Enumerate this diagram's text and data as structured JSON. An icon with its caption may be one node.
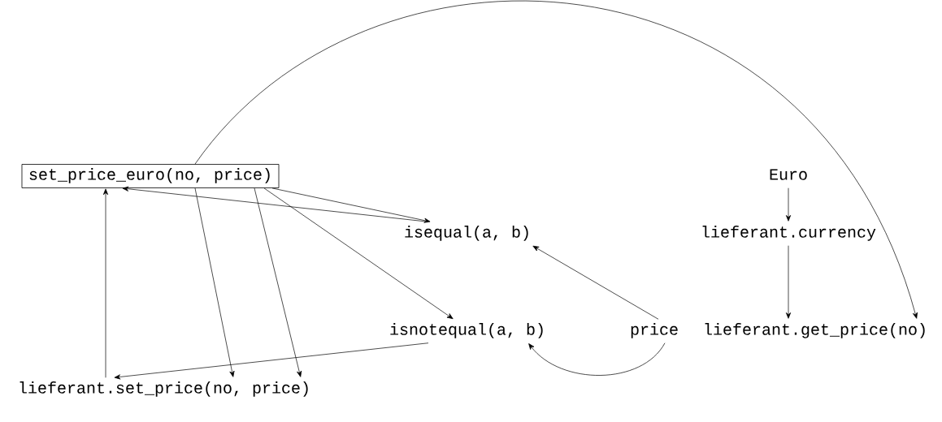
{
  "diagram": {
    "nodes": [
      {
        "text": [
          "set_price_euro(no, price)"
        ]
      },
      {
        "text": [
          "Euro"
        ]
      },
      {
        "text": [
          "isequal(a, b)"
        ]
      },
      {
        "text": [
          "lieferant.currency"
        ]
      },
      {
        "text": [
          "isnotequal(a, b)"
        ]
      },
      {
        "text": [
          "price"
        ]
      },
      {
        "text": [
          "lieferant.get_price(no)"
        ]
      },
      {
        "text": [
          "lieferant.set_price(no, price)"
        ]
      }
    ],
    "edges": [
      {
        "from": 0,
        "to": 6,
        "arrow": "to"
      },
      {
        "from": 2,
        "to": 0,
        "arrow": "to"
      },
      {
        "from": 0,
        "to": 2,
        "arrow": "to"
      },
      {
        "from": 0,
        "to": 4,
        "arrow": "to"
      },
      {
        "from": 0,
        "to": 7,
        "arrow": "to"
      },
      {
        "from": 0,
        "to": 7,
        "arrow": "to"
      },
      {
        "from": 7,
        "to": 0,
        "arrow": "to"
      },
      {
        "from": 4,
        "to": 7,
        "arrow": "to"
      },
      {
        "from": 5,
        "to": 2,
        "arrow": "to"
      },
      {
        "from": 5,
        "to": 4,
        "arrow": "to"
      },
      {
        "from": 1,
        "to": 3,
        "arrow": "to"
      },
      {
        "from": 3,
        "to": 6,
        "arrow": "to"
      }
    ]
  }
}
